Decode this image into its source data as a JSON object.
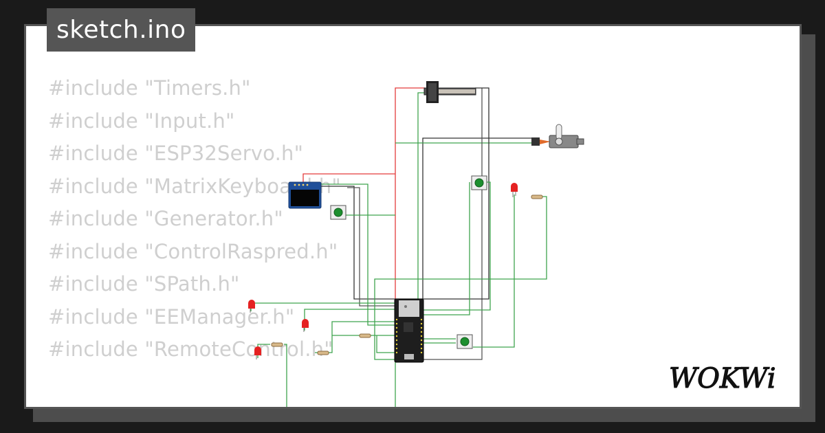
{
  "sketch": {
    "filename": "sketch.ino",
    "code_lines": [
      "#include \"Timers.h\"",
      "#include \"Input.h\"",
      "#include \"ESP32Servo.h\"",
      "#include \"MatrixKeyboard.h\"",
      "#include \"Generator.h\"",
      "#include \"ControlRaspred.h\"",
      "#include \"SPath.h\"",
      "#include \"EEManager.h\"",
      "#include \"RemoteControl.h\""
    ]
  },
  "brand": {
    "logo_text": "WOKWi"
  },
  "circuit": {
    "components": [
      "esp32-board",
      "oled-display",
      "slide-potentiometer",
      "servo-motor",
      "push-button",
      "push-button",
      "push-button",
      "red-led",
      "red-led",
      "red-led",
      "red-led",
      "resistor",
      "resistor",
      "resistor",
      "resistor"
    ]
  },
  "colors": {
    "background": "#1a1a1a",
    "card": "#ffffff",
    "label_bg": "#555555",
    "code_text": "#cfcfcf",
    "wire_green": "#3fa34d",
    "wire_red": "#e33b3b",
    "wire_dark": "#333333"
  }
}
